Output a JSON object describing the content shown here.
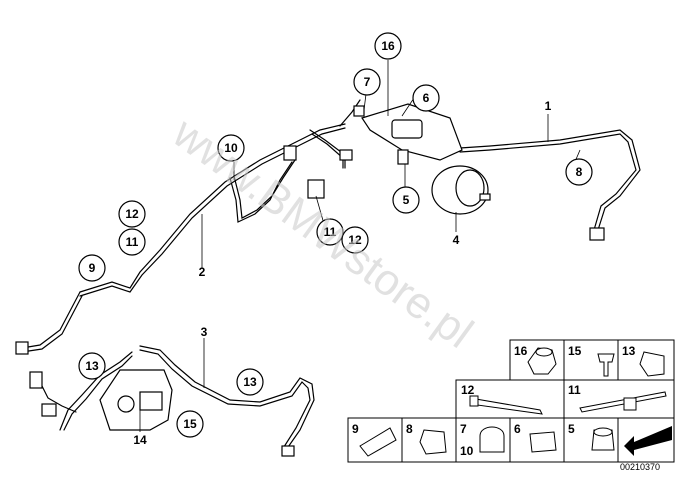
{
  "diagram": {
    "watermark": "www.BMWstore.pl",
    "document_number": "00210370",
    "callouts": {
      "c16": "16",
      "c7": "7",
      "c6": "6",
      "c10": "10",
      "c8": "8",
      "c5": "5",
      "c12a": "12",
      "c11a": "11",
      "c9": "9",
      "c11b": "11",
      "c12b": "12",
      "c13a": "13",
      "c13b": "13",
      "c15": "15"
    },
    "labels": {
      "l1": "1",
      "l2": "2",
      "l3": "3",
      "l4": "4",
      "l14": "14"
    },
    "legend": {
      "p16": "16",
      "p15": "15",
      "p13": "13",
      "p12": "12",
      "p11": "11",
      "p9": "9",
      "p8": "8",
      "p7": "7",
      "p10": "10",
      "p6": "6",
      "p5": "5"
    },
    "colors": {
      "line": "#000000",
      "watermark": "#c9c9c9"
    }
  }
}
